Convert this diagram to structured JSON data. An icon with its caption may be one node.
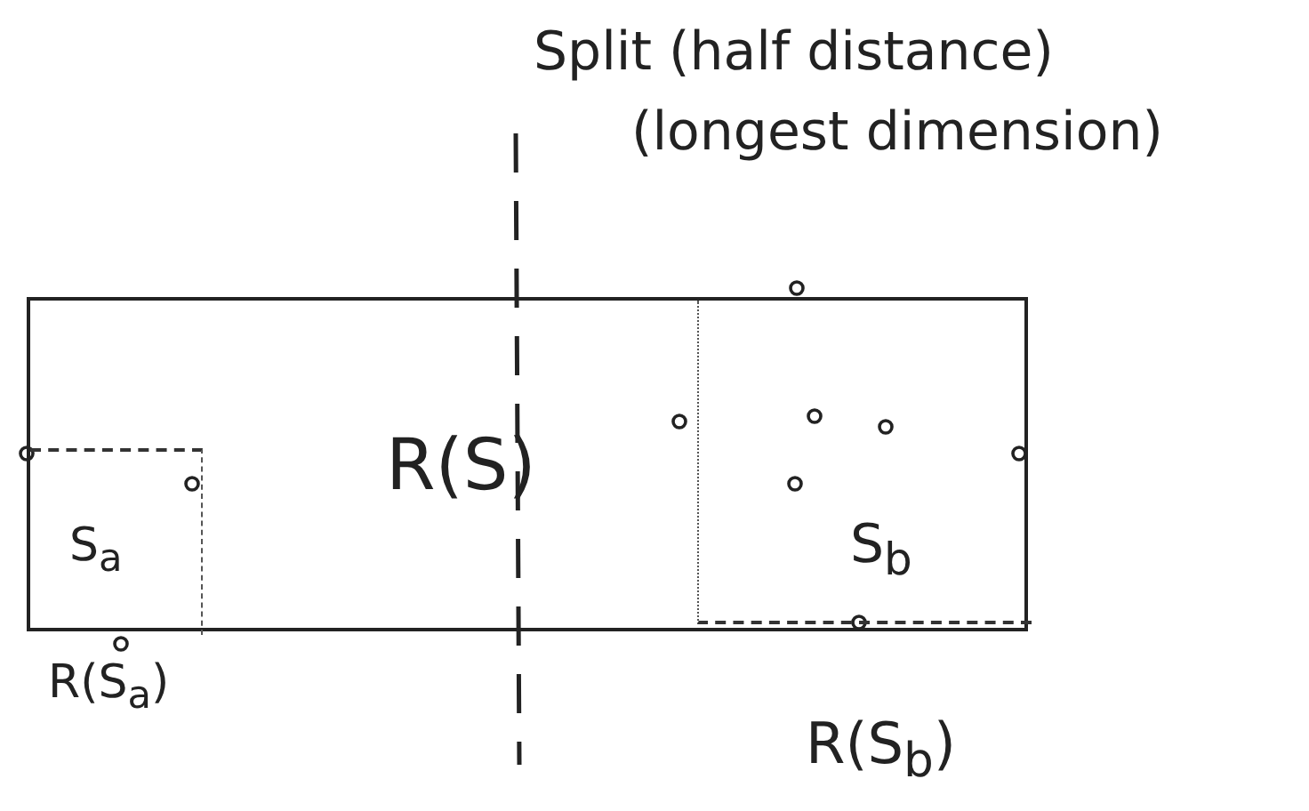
{
  "diagram": {
    "nodes": [
      {
        "text": [
          "R(S)"
        ]
      },
      {
        "text": [
          "S$_{a}$"
        ],
        "beside": [
          "R(S$_{a}$)"
        ],
        "in": 0
      },
      {
        "text": [
          "S$_{b}$"
        ],
        "beside": [
          "R(S$_{b}$)"
        ],
        "in": 0
      }
    ],
    "labels": [
      "Split (half distance)",
      "(longest dimension)"
    ]
  }
}
